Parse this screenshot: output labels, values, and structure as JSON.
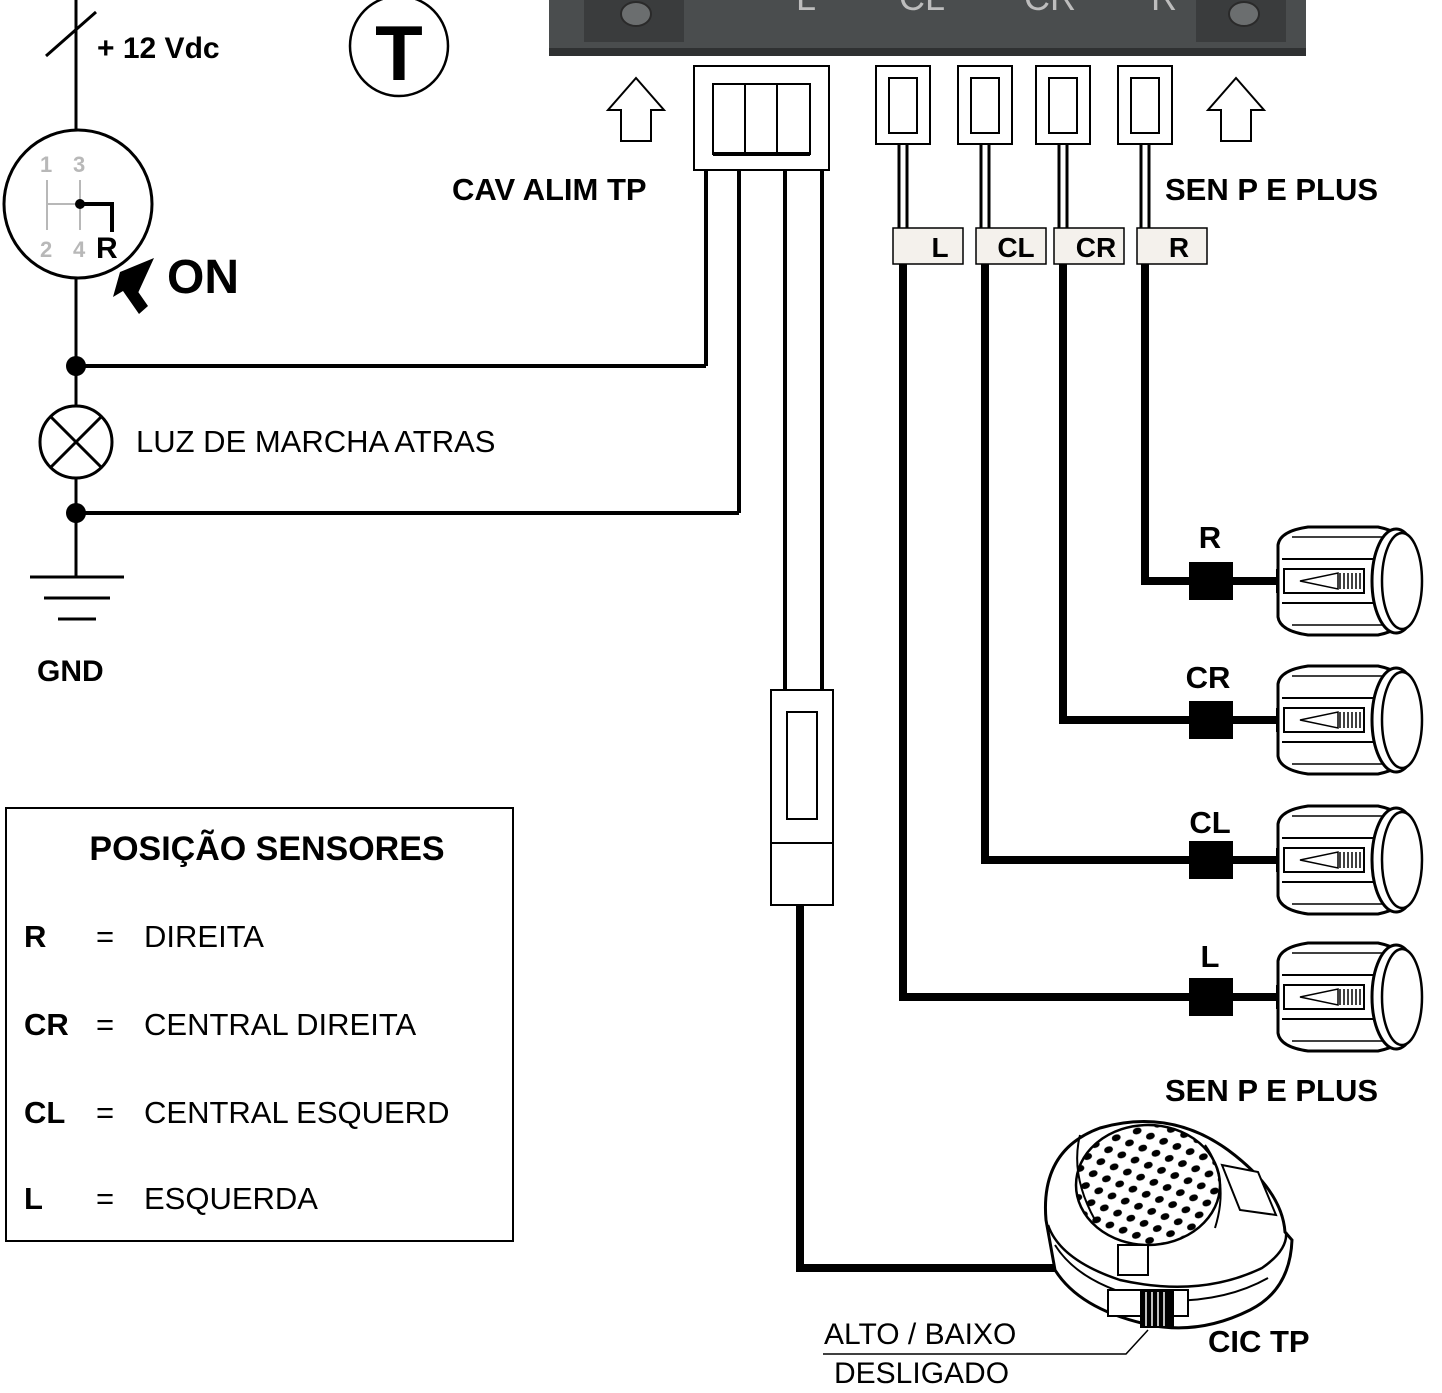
{
  "power": {
    "voltage_label": "+ 12 Vdc",
    "type_label": "T"
  },
  "switch": {
    "pos1": "1",
    "pos3": "3",
    "pos2": "2",
    "pos4": "4",
    "posR": "R",
    "on_label": "ON"
  },
  "lamp": {
    "label": "LUZ DE MARCHA ATRAS"
  },
  "ground": {
    "label": "GND"
  },
  "module": {
    "marks": [
      "L",
      "CL",
      "CR",
      "R"
    ]
  },
  "connectors": {
    "power_cable_label": "CAV ALIM TP",
    "sensor_cable_label": "SEN P E PLUS",
    "tags": [
      "L",
      "CL",
      "CR",
      "R"
    ]
  },
  "sensors": {
    "labels": [
      "R",
      "CR",
      "CL",
      "L"
    ],
    "group_label": "SEN P E PLUS"
  },
  "buzzer": {
    "name": "CIC TP",
    "switch_label_top": "ALTO / BAIXO",
    "switch_label_bottom": "DESLIGADO"
  },
  "legend": {
    "title": "POSIÇÃO SENSORES",
    "rows": [
      {
        "code": "R",
        "eq": "=",
        "desc": "DIREITA"
      },
      {
        "code": "CR",
        "eq": "=",
        "desc": "CENTRAL DIREITA"
      },
      {
        "code": "CL",
        "eq": "=",
        "desc": "CENTRAL ESQUERD"
      },
      {
        "code": "L",
        "eq": "=",
        "desc": "ESQUERDA"
      }
    ]
  },
  "colors": {
    "wire": "#000000",
    "module_body": "#4a4d4e",
    "tag_fill": "#f4f1ec",
    "muted": "#b8b8b8"
  }
}
